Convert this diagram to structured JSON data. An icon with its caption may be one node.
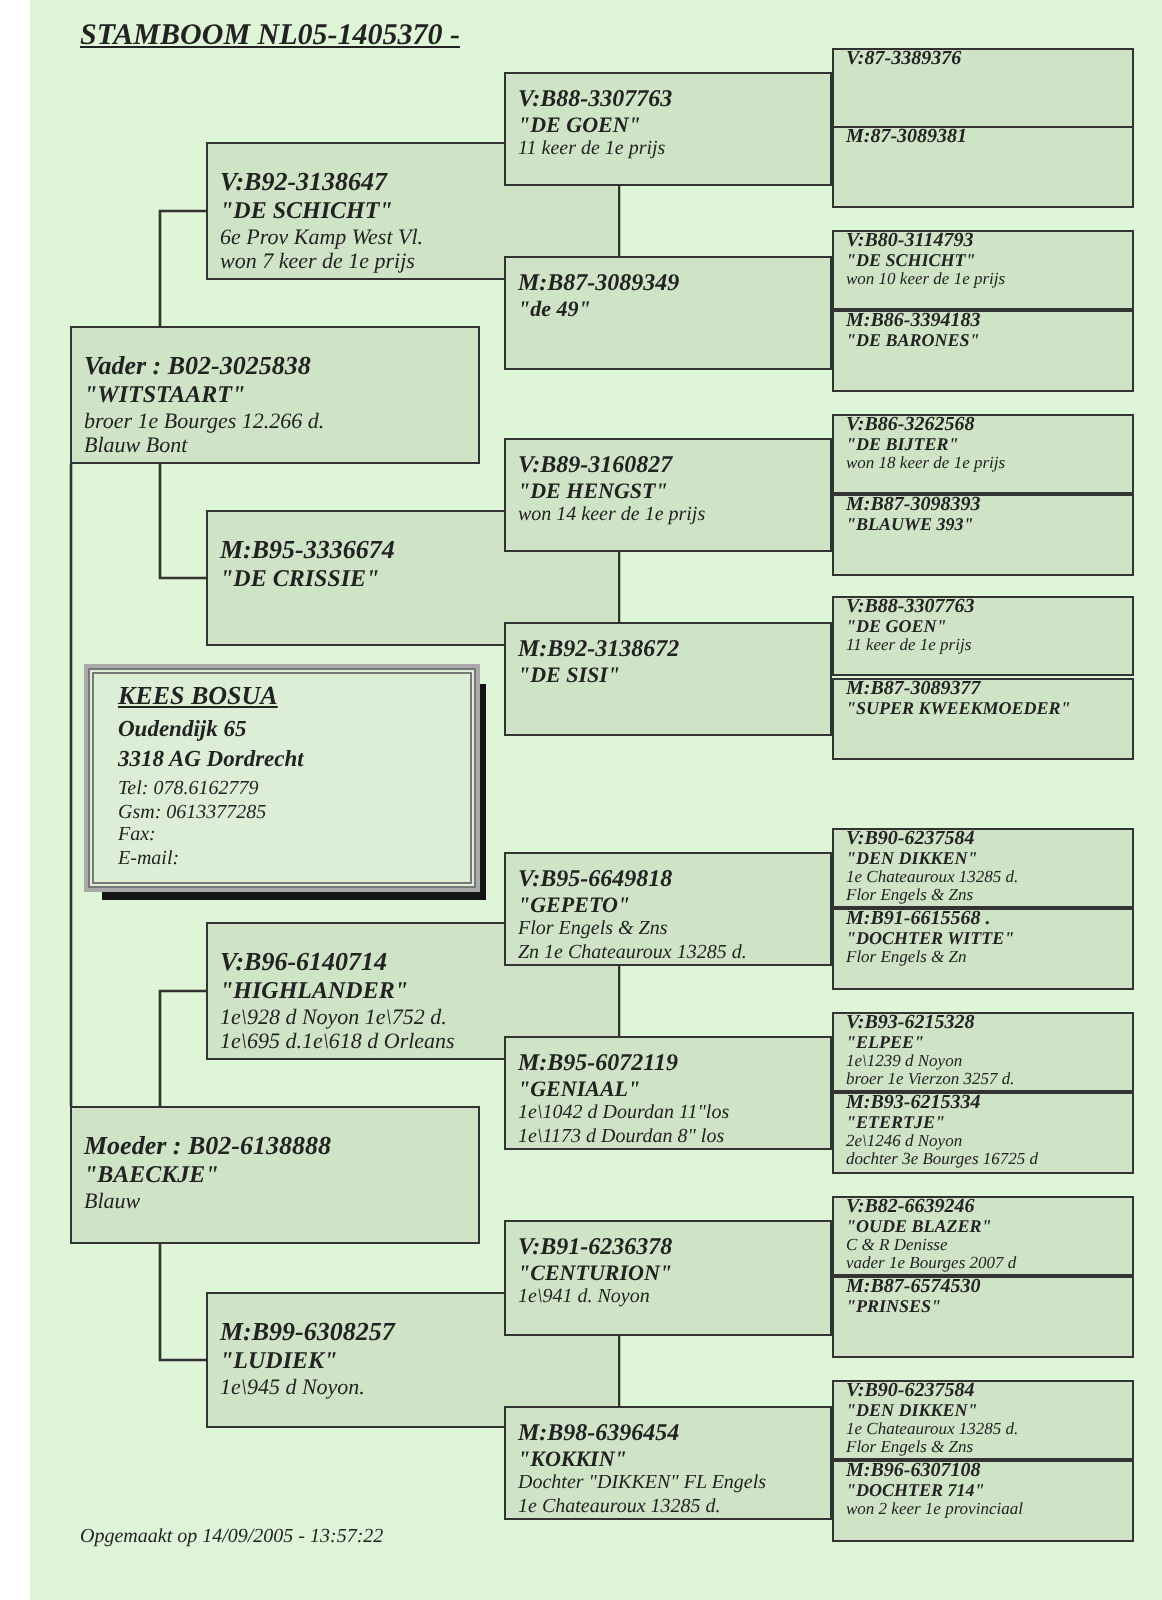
{
  "diagram": {
    "title": "STAMBOOM  NL05-1405370 -",
    "nodes": [
      {
        "text": [
          "Vader : B02-3025838",
          "\"WITSTAART\"",
          "broer 1e Bourges 12.266 d.",
          "Blauw Bont"
        ]
      },
      {
        "text": [
          "Moeder : B02-6138888",
          "\"BAECKJE\"",
          "Blauw"
        ]
      },
      {
        "text": [
          "V:B92-3138647",
          "\"DE SCHICHT\"",
          "6e Prov Kamp West Vl.",
          "won 7 keer de 1e prijs"
        ]
      },
      {
        "text": [
          "M:B95-3336674",
          "\"DE CRISSIE\""
        ]
      },
      {
        "text": [
          "V:B96-6140714",
          "\"HIGHLANDER\"",
          "1e\\928 d Noyon 1e\\752 d.",
          "1e\\695 d.1e\\618 d Orleans"
        ]
      },
      {
        "text": [
          "M:B99-6308257",
          "\"LUDIEK\"",
          "1e\\945 d Noyon."
        ]
      },
      {
        "text": [
          "V:B88-3307763",
          "\"DE GOEN\"",
          "11 keer de 1e prijs"
        ]
      },
      {
        "text": [
          "M:B87-3089349",
          "\"de 49\""
        ]
      },
      {
        "text": [
          "V:B89-3160827",
          "\"DE HENGST\"",
          "won 14 keer de 1e prijs"
        ]
      },
      {
        "text": [
          "M:B92-3138672",
          "\"DE SISI\""
        ]
      },
      {
        "text": [
          "V:B95-6649818",
          "\"GEPETO\"",
          "Flor Engels & Zns",
          "Zn 1e Chateauroux 13285 d."
        ]
      },
      {
        "text": [
          "M:B95-6072119",
          "\"GENIAAL\"",
          "1e\\1042 d Dourdan 11\"los",
          "1e\\1173 d Dourdan 8\" los"
        ]
      },
      {
        "text": [
          "V:B91-6236378",
          "\"CENTURION\"",
          "1e\\941 d. Noyon"
        ]
      },
      {
        "text": [
          "M:B98-6396454",
          "\"KOKKIN\"",
          "Dochter \"DIKKEN\" FL Engels",
          "1e Chateauroux 13285 d."
        ]
      },
      {
        "text": [
          "V:87-3389376"
        ]
      },
      {
        "text": [
          "M:87-3089381"
        ]
      },
      {
        "text": [
          "V:B80-3114793",
          "\"DE SCHICHT\"",
          "won 10 keer de 1e prijs"
        ]
      },
      {
        "text": [
          "M:B86-3394183",
          "\"DE BARONES\""
        ]
      },
      {
        "text": [
          "V:B86-3262568",
          "\"DE BIJTER\"",
          "won 18 keer de 1e prijs"
        ]
      },
      {
        "text": [
          "M:B87-3098393",
          "\"BLAUWE 393\""
        ]
      },
      {
        "text": [
          "V:B88-3307763",
          "\"DE GOEN\"",
          "11 keer de 1e prijs"
        ]
      },
      {
        "text": [
          "M:B87-3089377",
          "\"SUPER KWEEKMOEDER\""
        ]
      },
      {
        "text": [
          "V:B90-6237584",
          "\"DEN DIKKEN\"",
          "1e Chateauroux 13285 d.",
          "Flor Engels & Zns"
        ]
      },
      {
        "text": [
          "M:B91-6615568 .",
          "\"DOCHTER WITTE\"",
          "Flor Engels & Zn"
        ]
      },
      {
        "text": [
          "V:B93-6215328",
          "\"ELPEE\"",
          "1e\\1239 d Noyon",
          "broer 1e Vierzon 3257 d."
        ]
      },
      {
        "text": [
          "M:B93-6215334",
          "\"ETERTJE\"",
          "2e\\1246 d Noyon",
          "dochter 3e Bourges 16725 d"
        ]
      },
      {
        "text": [
          "V:B82-6639246",
          "\"OUDE BLAZER\"",
          "C & R Denisse",
          "vader 1e Bourges 2007 d"
        ]
      },
      {
        "text": [
          "M:B87-6574530",
          "\"PRINSES\""
        ]
      },
      {
        "text": [
          "V:B90-6237584",
          "\"DEN DIKKEN\"",
          "1e Chateauroux 13285 d.",
          "Flor Engels & Zns"
        ]
      },
      {
        "text": [
          "M:B96-6307108",
          "\"DOCHTER 714\"",
          "won 2 keer 1e provinciaal"
        ]
      },
      {
        "text": [
          "KEES BOSUA",
          "Oudendijk 65",
          "3318 AG Dordrecht",
          "Tel: 078.6162779",
          "Gsm: 0613377285",
          "Fax:",
          "E-mail:"
        ]
      }
    ],
    "edges": [
      {
        "from": 0,
        "to": 1,
        "arrow": "none"
      },
      {
        "from": 0,
        "to": 2,
        "arrow": "none"
      },
      {
        "from": 0,
        "to": 3,
        "arrow": "none"
      },
      {
        "from": 1,
        "to": 4,
        "arrow": "none"
      },
      {
        "from": 1,
        "to": 5,
        "arrow": "none"
      },
      {
        "from": 2,
        "to": 6,
        "arrow": "none"
      },
      {
        "from": 2,
        "to": 7,
        "arrow": "none"
      },
      {
        "from": 3,
        "to": 8,
        "arrow": "none"
      },
      {
        "from": 3,
        "to": 9,
        "arrow": "none"
      },
      {
        "from": 4,
        "to": 10,
        "arrow": "none"
      },
      {
        "from": 4,
        "to": 11,
        "arrow": "none"
      },
      {
        "from": 5,
        "to": 12,
        "arrow": "none"
      },
      {
        "from": 5,
        "to": 13,
        "arrow": "none"
      }
    ],
    "labels": [
      "Opgemaakt op 14/09/2005 - 13:57:22"
    ]
  }
}
